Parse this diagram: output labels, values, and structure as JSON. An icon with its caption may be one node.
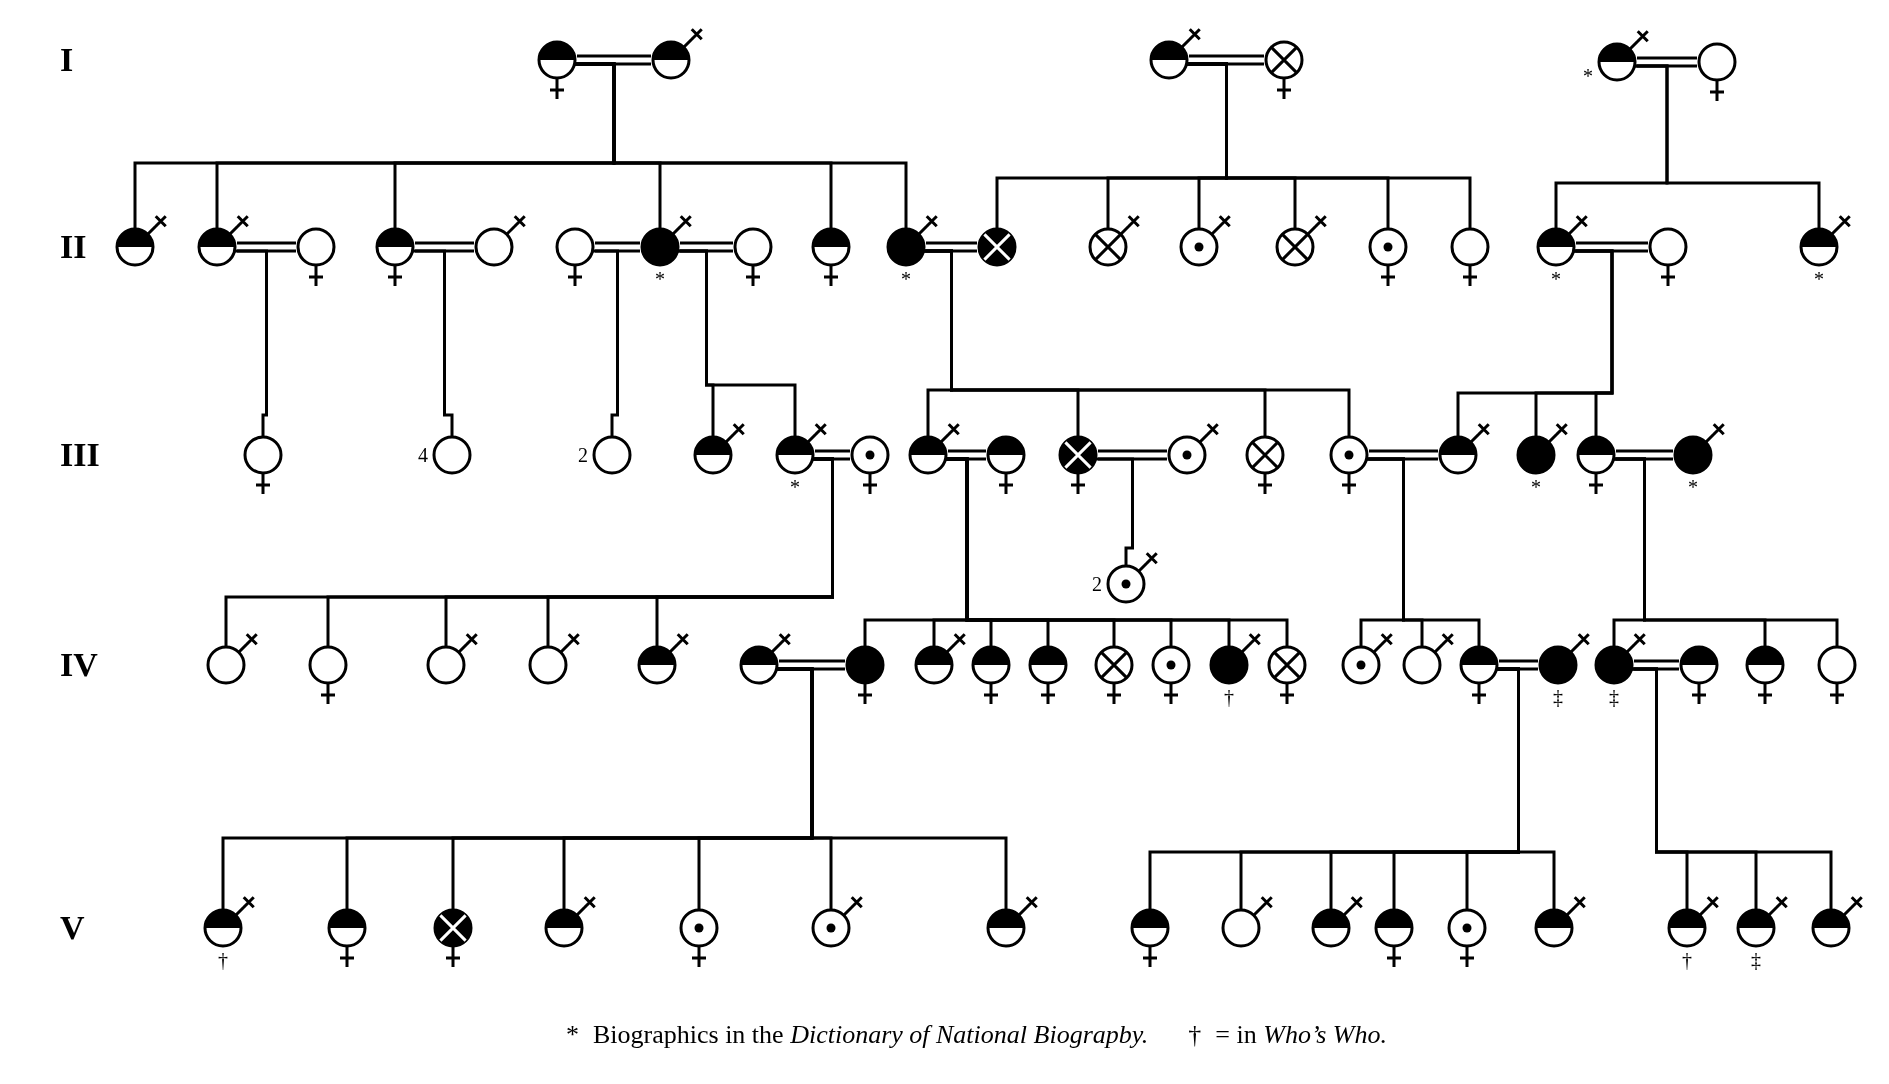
{
  "diagram": {
    "nodes": [
      {
        "text": [],
        "shape": "circle"
      },
      {
        "text": [],
        "shape": "circle"
      },
      {
        "text": [],
        "shape": "circle"
      },
      {
        "text": [],
        "shape": "circle"
      },
      {
        "text": [],
        "shape": "circle",
        "beside": [
          "*"
        ]
      },
      {
        "text": [],
        "shape": "circle"
      },
      {
        "text": [],
        "shape": "circle"
      },
      {
        "text": [],
        "shape": "circle"
      },
      {
        "text": [],
        "shape": "circle"
      },
      {
        "text": [],
        "shape": "circle"
      },
      {
        "text": [],
        "shape": "circle"
      },
      {
        "text": [],
        "shape": "circle"
      },
      {
        "text": [],
        "shape": "circle",
        "beside": [
          "*"
        ]
      },
      {
        "text": [],
        "shape": "circle"
      },
      {
        "text": [],
        "shape": "circle"
      },
      {
        "text": [],
        "shape": "circle",
        "beside": [
          "*"
        ]
      },
      {
        "text": [],
        "shape": "circle"
      },
      {
        "text": [],
        "shape": "circle"
      },
      {
        "text": [],
        "shape": "circle"
      },
      {
        "text": [],
        "shape": "circle"
      },
      {
        "text": [],
        "shape": "circle"
      },
      {
        "text": [],
        "shape": "circle"
      },
      {
        "text": [],
        "shape": "circle",
        "beside": [
          "*"
        ]
      },
      {
        "text": [],
        "shape": "circle"
      },
      {
        "text": [],
        "shape": "circle",
        "beside": [
          "*"
        ]
      },
      {
        "text": [],
        "shape": "circle"
      },
      {
        "text": [],
        "shape": "circle",
        "beside": [
          "4"
        ]
      },
      {
        "text": [],
        "shape": "circle",
        "beside": [
          "2"
        ]
      },
      {
        "text": [],
        "shape": "circle"
      },
      {
        "text": [],
        "shape": "circle",
        "beside": [
          "*"
        ]
      },
      {
        "text": [],
        "shape": "circle"
      },
      {
        "text": [],
        "shape": "circle"
      },
      {
        "text": [],
        "shape": "circle"
      },
      {
        "text": [],
        "shape": "circle"
      },
      {
        "text": [],
        "shape": "circle"
      },
      {
        "text": [],
        "shape": "circle"
      },
      {
        "text": [],
        "shape": "circle"
      },
      {
        "text": [],
        "shape": "circle"
      },
      {
        "text": [],
        "shape": "circle",
        "beside": [
          "*"
        ]
      },
      {
        "text": [],
        "shape": "circle"
      },
      {
        "text": [],
        "shape": "circle",
        "beside": [
          "*"
        ]
      },
      {
        "text": [],
        "shape": "circle",
        "beside": [
          "2"
        ]
      },
      {
        "text": [],
        "shape": "circle"
      },
      {
        "text": [],
        "shape": "circle"
      },
      {
        "text": [],
        "shape": "circle"
      },
      {
        "text": [],
        "shape": "circle"
      },
      {
        "text": [],
        "shape": "circle"
      },
      {
        "text": [],
        "shape": "circle"
      },
      {
        "text": [],
        "shape": "circle"
      },
      {
        "text": [],
        "shape": "circle"
      },
      {
        "text": [],
        "shape": "circle"
      },
      {
        "text": [],
        "shape": "circle"
      },
      {
        "text": [],
        "shape": "circle"
      },
      {
        "text": [],
        "shape": "circle"
      },
      {
        "text": [],
        "shape": "circle",
        "beside": [
          "†"
        ]
      },
      {
        "text": [],
        "shape": "circle"
      },
      {
        "text": [],
        "shape": "circle"
      },
      {
        "text": [],
        "shape": "circle"
      },
      {
        "text": [],
        "shape": "circle"
      },
      {
        "text": [],
        "shape": "circle",
        "beside": [
          "‡"
        ]
      },
      {
        "text": [],
        "shape": "circle",
        "beside": [
          "‡"
        ]
      },
      {
        "text": [],
        "shape": "circle"
      },
      {
        "text": [],
        "shape": "circle"
      },
      {
        "text": [],
        "shape": "circle"
      },
      {
        "text": [],
        "shape": "circle",
        "beside": [
          "†"
        ]
      },
      {
        "text": [],
        "shape": "circle"
      },
      {
        "text": [],
        "shape": "circle"
      },
      {
        "text": [],
        "shape": "circle"
      },
      {
        "text": [],
        "shape": "circle"
      },
      {
        "text": [],
        "shape": "circle"
      },
      {
        "text": [],
        "shape": "circle"
      },
      {
        "text": [],
        "shape": "circle"
      },
      {
        "text": [],
        "shape": "circle"
      },
      {
        "text": [],
        "shape": "circle"
      },
      {
        "text": [],
        "shape": "circle"
      },
      {
        "text": [],
        "shape": "circle"
      },
      {
        "text": [],
        "shape": "circle"
      },
      {
        "text": [],
        "shape": "circle",
        "beside": [
          "†"
        ]
      },
      {
        "text": [],
        "shape": "circle",
        "beside": [
          "‡"
        ]
      },
      {
        "text": [],
        "shape": "circle"
      }
    ],
    "edges": [
      {
        "from": 0,
        "to": 1,
        "arrow": "none"
      },
      {
        "from": 0,
        "to": 6,
        "arrow": "none"
      },
      {
        "from": 0,
        "to": 7,
        "arrow": "none"
      },
      {
        "from": 0,
        "to": 9,
        "arrow": "none"
      },
      {
        "from": 0,
        "to": 12,
        "arrow": "none"
      },
      {
        "from": 0,
        "to": 14,
        "arrow": "none"
      },
      {
        "from": 0,
        "to": 15,
        "arrow": "none"
      },
      {
        "from": 2,
        "to": 3,
        "arrow": "none"
      },
      {
        "from": 2,
        "to": 16,
        "arrow": "none"
      },
      {
        "from": 2,
        "to": 17,
        "arrow": "none"
      },
      {
        "from": 2,
        "to": 18,
        "arrow": "none"
      },
      {
        "from": 2,
        "to": 19,
        "arrow": "none"
      },
      {
        "from": 2,
        "to": 20,
        "arrow": "none"
      },
      {
        "from": 2,
        "to": 21,
        "arrow": "none"
      },
      {
        "from": 4,
        "to": 5,
        "arrow": "none"
      },
      {
        "from": 4,
        "to": 22,
        "arrow": "none"
      },
      {
        "from": 4,
        "to": 24,
        "arrow": "none"
      },
      {
        "from": 7,
        "to": 8,
        "arrow": "none"
      },
      {
        "from": 7,
        "to": 25,
        "arrow": "none"
      },
      {
        "from": 9,
        "to": 10,
        "arrow": "none"
      },
      {
        "from": 9,
        "to": 26,
        "arrow": "none"
      },
      {
        "from": 11,
        "to": 12,
        "arrow": "none"
      },
      {
        "from": 11,
        "to": 27,
        "arrow": "none"
      },
      {
        "from": 12,
        "to": 13,
        "arrow": "none"
      },
      {
        "from": 12,
        "to": 28,
        "arrow": "none"
      },
      {
        "from": 12,
        "to": 29,
        "arrow": "none"
      },
      {
        "from": 15,
        "to": 16,
        "arrow": "none"
      },
      {
        "from": 15,
        "to": 31,
        "arrow": "none"
      },
      {
        "from": 15,
        "to": 33,
        "arrow": "none"
      },
      {
        "from": 15,
        "to": 35,
        "arrow": "none"
      },
      {
        "from": 15,
        "to": 36,
        "arrow": "none"
      },
      {
        "from": 22,
        "to": 23,
        "arrow": "none"
      },
      {
        "from": 22,
        "to": 37,
        "arrow": "none"
      },
      {
        "from": 22,
        "to": 38,
        "arrow": "none"
      },
      {
        "from": 22,
        "to": 39,
        "arrow": "none"
      },
      {
        "from": 29,
        "to": 30,
        "arrow": "none"
      },
      {
        "from": 29,
        "to": 42,
        "arrow": "none"
      },
      {
        "from": 29,
        "to": 43,
        "arrow": "none"
      },
      {
        "from": 29,
        "to": 44,
        "arrow": "none"
      },
      {
        "from": 29,
        "to": 45,
        "arrow": "none"
      },
      {
        "from": 29,
        "to": 46,
        "arrow": "none"
      },
      {
        "from": 31,
        "to": 32,
        "arrow": "none"
      },
      {
        "from": 31,
        "to": 48,
        "arrow": "none"
      },
      {
        "from": 31,
        "to": 49,
        "arrow": "none"
      },
      {
        "from": 31,
        "to": 50,
        "arrow": "none"
      },
      {
        "from": 31,
        "to": 51,
        "arrow": "none"
      },
      {
        "from": 31,
        "to": 52,
        "arrow": "none"
      },
      {
        "from": 31,
        "to": 53,
        "arrow": "none"
      },
      {
        "from": 31,
        "to": 54,
        "arrow": "none"
      },
      {
        "from": 31,
        "to": 55,
        "arrow": "none"
      },
      {
        "from": 33,
        "to": 34,
        "arrow": "none"
      },
      {
        "from": 33,
        "to": 41,
        "arrow": "none"
      },
      {
        "from": 36,
        "to": 37,
        "arrow": "none"
      },
      {
        "from": 36,
        "to": 56,
        "arrow": "none"
      },
      {
        "from": 36,
        "to": 57,
        "arrow": "none"
      },
      {
        "from": 36,
        "to": 58,
        "arrow": "none"
      },
      {
        "from": 39,
        "to": 40,
        "arrow": "none"
      },
      {
        "from": 39,
        "to": 60,
        "arrow": "none"
      },
      {
        "from": 39,
        "to": 62,
        "arrow": "none"
      },
      {
        "from": 39,
        "to": 63,
        "arrow": "none"
      },
      {
        "from": 47,
        "to": 48,
        "arrow": "none"
      },
      {
        "from": 47,
        "to": 64,
        "arrow": "none"
      },
      {
        "from": 47,
        "to": 65,
        "arrow": "none"
      },
      {
        "from": 47,
        "to": 66,
        "arrow": "none"
      },
      {
        "from": 47,
        "to": 67,
        "arrow": "none"
      },
      {
        "from": 47,
        "to": 68,
        "arrow": "none"
      },
      {
        "from": 47,
        "to": 69,
        "arrow": "none"
      },
      {
        "from": 47,
        "to": 70,
        "arrow": "none"
      },
      {
        "from": 58,
        "to": 59,
        "arrow": "none"
      },
      {
        "from": 58,
        "to": 71,
        "arrow": "none"
      },
      {
        "from": 58,
        "to": 72,
        "arrow": "none"
      },
      {
        "from": 58,
        "to": 73,
        "arrow": "none"
      },
      {
        "from": 58,
        "to": 74,
        "arrow": "none"
      },
      {
        "from": 58,
        "to": 75,
        "arrow": "none"
      },
      {
        "from": 58,
        "to": 76,
        "arrow": "none"
      },
      {
        "from": 60,
        "to": 61,
        "arrow": "none"
      },
      {
        "from": 60,
        "to": 77,
        "arrow": "none"
      },
      {
        "from": 60,
        "to": 78,
        "arrow": "none"
      },
      {
        "from": 60,
        "to": 79,
        "arrow": "none"
      }
    ],
    "labels": [
      "I",
      "II",
      "III",
      "IV",
      "V",
      "*",
      "Biographics in the *Dictionary of National Biograpby.*",
      "†",
      "= in *Who’s Who.*"
    ]
  }
}
